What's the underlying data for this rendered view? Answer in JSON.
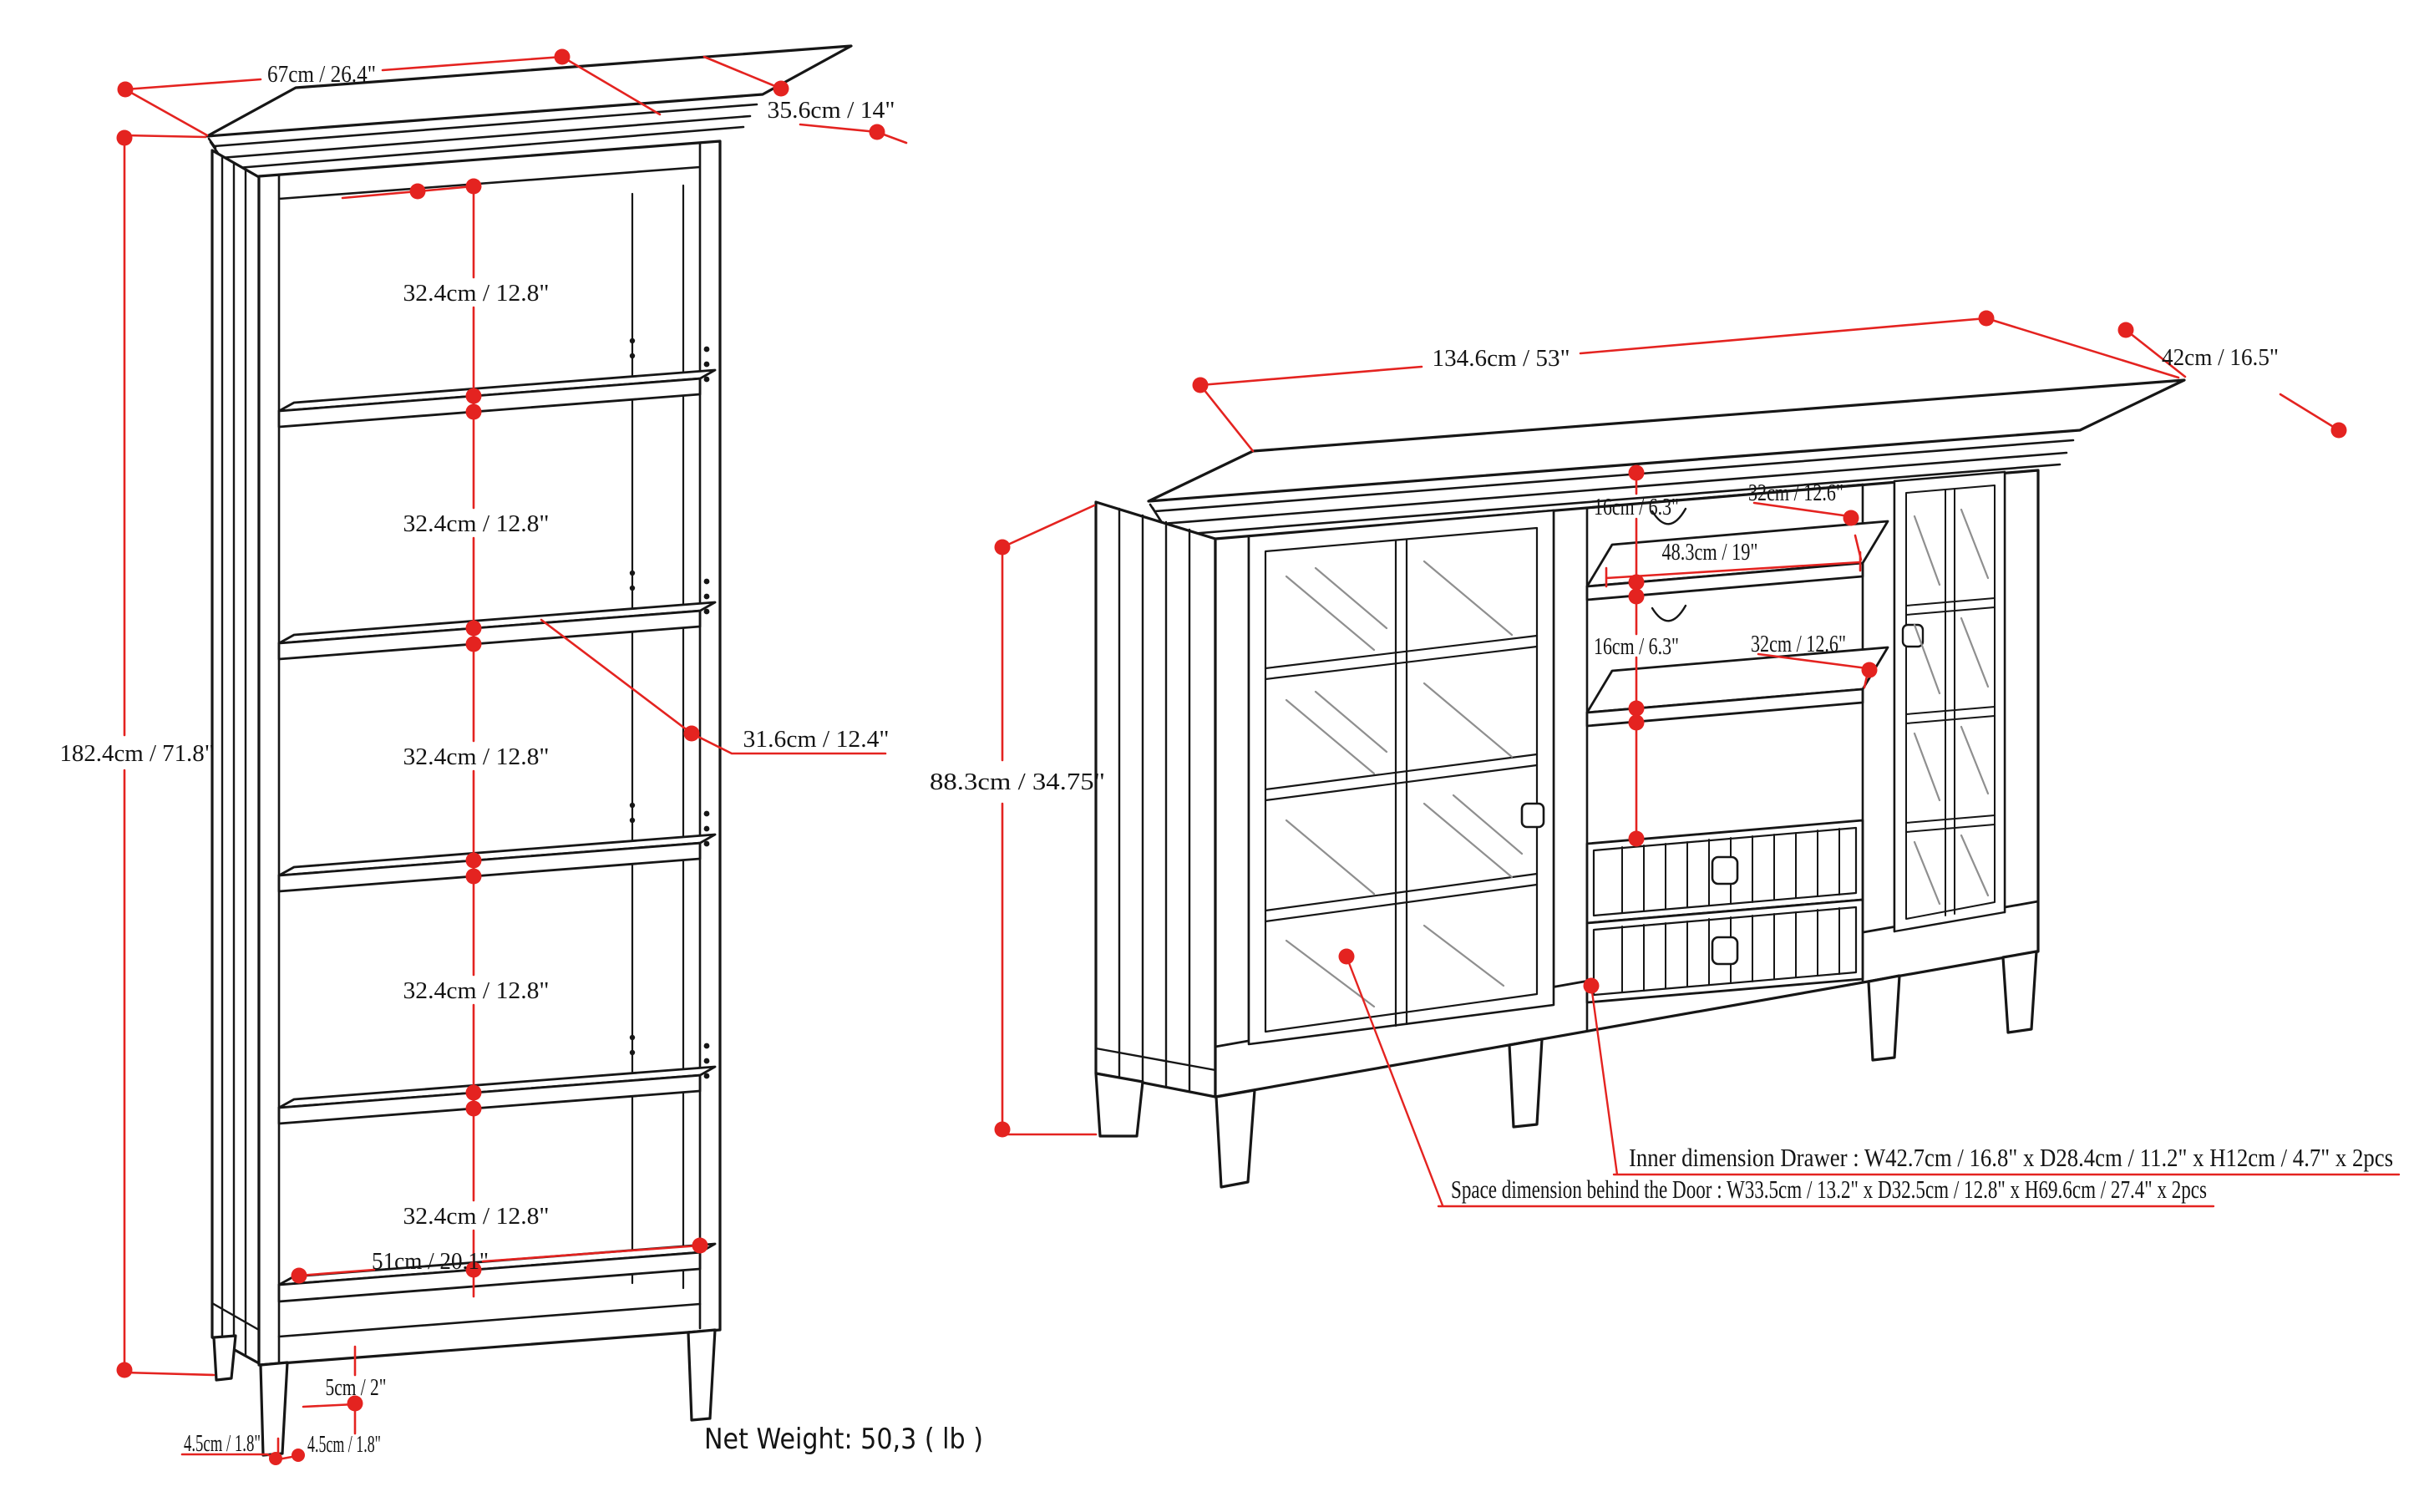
{
  "diagram_title": "furniture-dimension-diagram",
  "colors": {
    "line": "#161616",
    "dimension_red": "#e42320",
    "glass": "#8f8f8f"
  },
  "bookcase": {
    "dims": {
      "top_width": "67cm / 26.4\"",
      "top_depth": "35.6cm / 14\"",
      "height": "182.4cm / 71.8\"",
      "shelf_spacings": [
        "32.4cm / 12.8\"",
        "32.4cm / 12.8\"",
        "32.4cm / 12.8\"",
        "32.4cm / 12.8\"",
        "32.4cm / 12.8\""
      ],
      "shelf_depth": "31.6cm / 12.4\"",
      "bottom_shelf_width": "51cm / 20.1\"",
      "leg_height": "5cm / 2\"",
      "front_leg_thickness": "4.5cm / 1.8\"",
      "back_leg_thickness": "4.5cm / 1.8\""
    }
  },
  "tv_stand": {
    "dims": {
      "top_width": "134.6cm / 53\"",
      "top_depth": "42cm / 16.5\"",
      "height": "88.3cm / 34.75\"",
      "upper_shelf_gap": "16cm / 6.3\"",
      "upper_shelf_depth": "32cm / 12.6\"",
      "shelf_width": "48.3cm / 19\"",
      "lower_shelf_gap": "16cm / 6.3\"",
      "lower_shelf_depth": "32cm / 12.6\""
    },
    "notes": {
      "drawer": "Inner dimension Drawer : W42.7cm / 16.8\" x D28.4cm / 11.2\" x H12cm / 4.7\" x 2pcs",
      "door": "Space dimension behind the Door  : W33.5cm / 13.2\" x D32.5cm / 12.8\" x H69.6cm / 27.4\" x 2pcs"
    }
  },
  "footer": {
    "net_weight": "Net Weight: 50,3 ( lb )"
  }
}
